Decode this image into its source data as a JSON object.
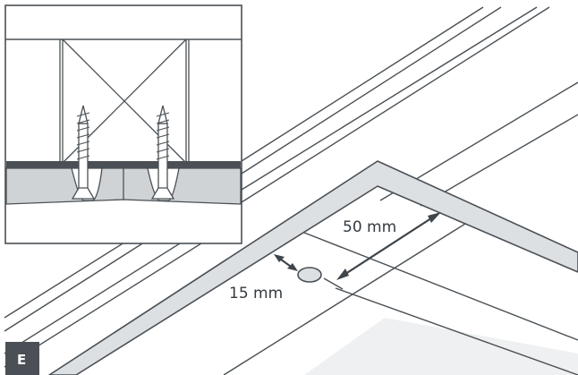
{
  "step": {
    "label": "E"
  },
  "dimensions": {
    "hole_to_ridge": "50 mm",
    "hole_to_edge": "15 mm"
  },
  "colors": {
    "line": "#4a5055",
    "dark_band": "#4a5055",
    "panel_fill": "#cfd3d6",
    "frame_fill": "#dde0e3",
    "shade": "#eef0f2",
    "arrow": "#3e454b",
    "badge": "#4a5055"
  }
}
